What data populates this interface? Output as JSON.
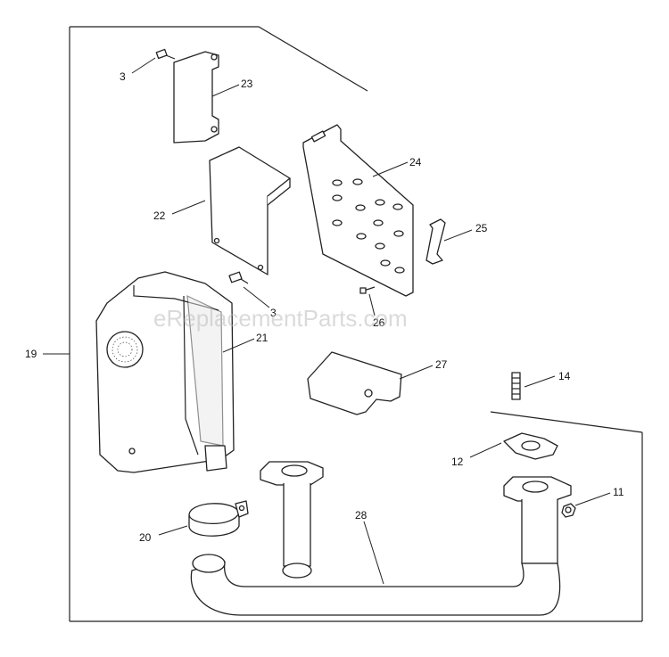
{
  "watermark": "eReplacementParts.com",
  "labels": {
    "l3a": "3",
    "l23": "23",
    "l24": "24",
    "l22": "22",
    "l25": "25",
    "l3b": "3",
    "l26": "26",
    "l19": "19",
    "l21": "21",
    "l27": "27",
    "l14": "14",
    "l12": "12",
    "l11": "11",
    "l20": "20",
    "l28": "28"
  }
}
